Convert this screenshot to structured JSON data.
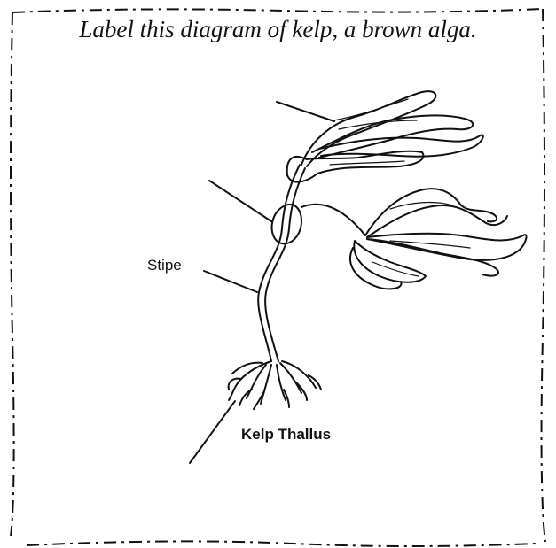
{
  "title": "Label this diagram of kelp, a brown alga.",
  "labels": {
    "stipe": "Stipe",
    "caption": "Kelp Thallus"
  }
}
